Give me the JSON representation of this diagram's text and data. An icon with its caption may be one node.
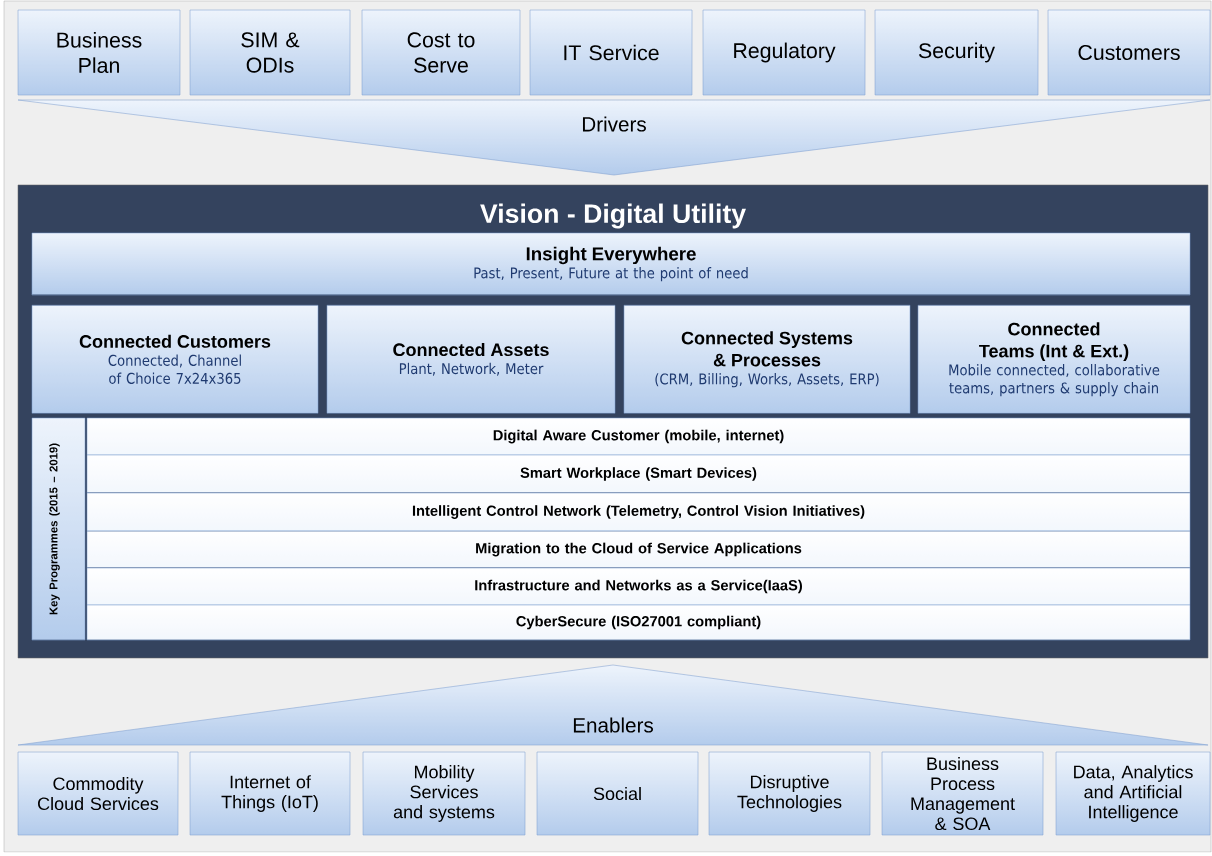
{
  "diagram": {
    "nodes": [
      {
        "text": [
          "Business Plan"
        ]
      },
      {
        "text": [
          "SIM & ODIs"
        ]
      },
      {
        "text": [
          "Cost to Serve"
        ]
      },
      {
        "text": [
          "IT Service"
        ]
      },
      {
        "text": [
          "Regulatory"
        ]
      },
      {
        "text": [
          "Security"
        ]
      },
      {
        "text": [
          "Customers"
        ]
      },
      {
        "text": [
          "Drivers"
        ]
      },
      {
        "text": [
          "Vision - Digital Utility"
        ]
      },
      {
        "text": [
          "Insight Everywhere",
          "Past, Present, Future at the point of need"
        ],
        "in": 8
      },
      {
        "text": [
          "Connected Customers",
          "Connected, Channel of Choice 7x24x365"
        ],
        "in": 8
      },
      {
        "text": [
          "Connected Assets",
          "Plant, Network, Meter"
        ],
        "in": 8
      },
      {
        "text": [
          "Connected Systems & Processes",
          "(CRM, Billing, Works, Assets, ERP)"
        ],
        "in": 8
      },
      {
        "text": [
          "Connected Teams (Int & Ext.)",
          "Mobile connected, collaborative teams, partners & supply chain"
        ],
        "in": 8
      },
      {
        "text": [
          "Key Programmes (2015 – 2019)"
        ],
        "in": 8
      },
      {
        "text": [
          "Digital Aware Customer (mobile, internet)"
        ],
        "in": 8
      },
      {
        "text": [
          "Smart Workplace (Smart Devices)"
        ],
        "in": 8
      },
      {
        "text": [
          "Intelligent Control Network (Telemetry, Control Vision Initiatives)"
        ],
        "in": 8
      },
      {
        "text": [
          "Migration to the Cloud of Service Applications"
        ],
        "in": 8
      },
      {
        "text": [
          "Infrastructure and Networks as a Service(IaaS)"
        ],
        "in": 8
      },
      {
        "text": [
          "CyberSecure (ISO27001 compliant)"
        ],
        "in": 8
      },
      {
        "text": [
          "Enablers"
        ]
      },
      {
        "text": [
          "Commodity Cloud Services"
        ]
      },
      {
        "text": [
          "Internet of Things (IoT)"
        ]
      },
      {
        "text": [
          "Mobility Services and systems"
        ]
      },
      {
        "text": [
          "Social"
        ]
      },
      {
        "text": [
          "Disruptive Technologies"
        ]
      },
      {
        "text": [
          "Business Process Management & SOA"
        ]
      },
      {
        "text": [
          "Data, Analytics and Artificial Intelligence"
        ]
      }
    ]
  }
}
